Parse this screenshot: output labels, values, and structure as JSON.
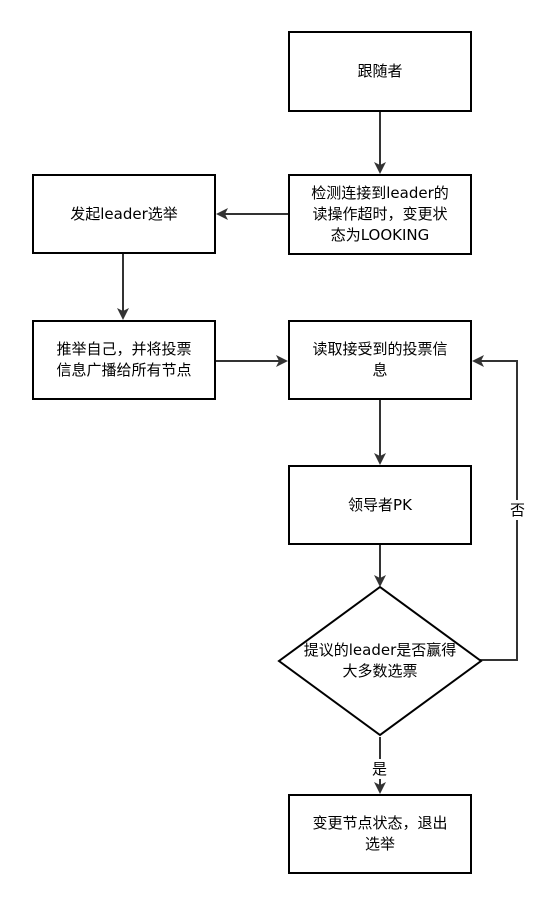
{
  "nodes": {
    "follower": "跟随者",
    "detect_timeout": "检测连接到leader的\n读操作超时，变更状\n态为LOOKING",
    "start_election": "发起leader选举",
    "broadcast_self": "推举自己，并将投票\n信息广播给所有节点",
    "read_votes": "读取接受到的投票信\n息",
    "leader_pk": "领导者PK",
    "decision": "提议的leader是否赢得\n大多数选票",
    "change_state": "变更节点状态，退出\n选举"
  },
  "edge_labels": {
    "no": "否",
    "yes": "是"
  },
  "colors": {
    "stroke": "#333333",
    "border": "#000000",
    "fill": "#ffffff",
    "text": "#000000"
  }
}
